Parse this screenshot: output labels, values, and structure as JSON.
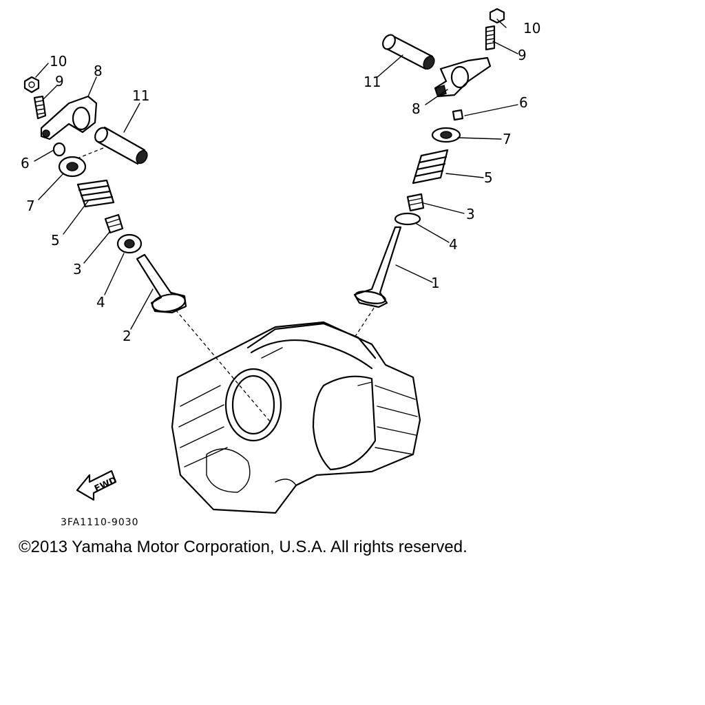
{
  "diagram": {
    "part_code": "3FA1110-9030",
    "forward_label": "FWD",
    "callouts_left": [
      "10",
      "9",
      "8",
      "11",
      "6",
      "7",
      "5",
      "3",
      "4",
      "2"
    ],
    "callouts_right": [
      "10",
      "9",
      "11",
      "8",
      "6",
      "7",
      "5",
      "3",
      "4",
      "1"
    ]
  },
  "copyright": "©2013 Yamaha Motor Corporation, U.S.A. All rights reserved."
}
